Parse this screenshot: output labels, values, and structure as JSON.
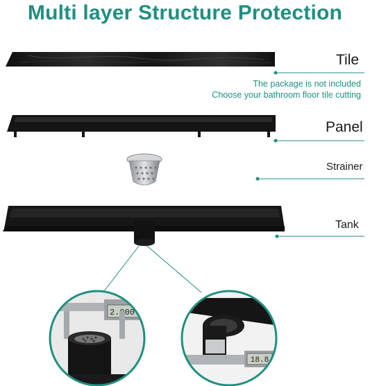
{
  "title": "Multi layer Structure Protection",
  "labels": {
    "tile": "Tile",
    "panel": "Panel",
    "strainer": "Strainer",
    "tank": "Tank"
  },
  "notes": {
    "line1": "The package is not included",
    "line2": "Choose your bathroom floor tile cutting"
  },
  "caliper_readings": {
    "left": "2.000",
    "right": "18.8"
  },
  "colors": {
    "accent": "#1f8f80",
    "product": "#121212",
    "strainer": "#b9bcbf"
  }
}
